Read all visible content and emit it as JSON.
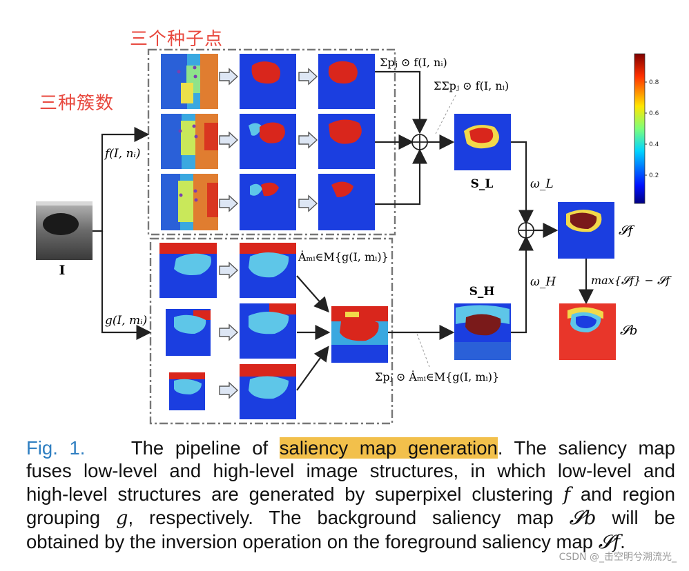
{
  "annotations": {
    "seeds": "三个种子点",
    "clusters": "三种簇数"
  },
  "labels": {
    "input_image": "I",
    "f_func": "f(I, nᵢ)",
    "g_func": "g(I, mᵢ)",
    "sum_f": "Σpⱼ ⊙ f(I, nᵢ)",
    "sumsum_f": "ΣΣpⱼ ⊙ f(I, nᵢ)",
    "A_g": "Ȧₘᵢ∈M{g(I, mᵢ)}",
    "sum_A_g": "Σpⱼ ⊙ Ȧₘᵢ∈M{g(I, mᵢ)}",
    "S_L": "S_L",
    "S_H": "S_H",
    "omega_L": "ω_L",
    "omega_H": "ω_H",
    "S_f": "𝓢f",
    "S_b": "𝓢b",
    "inversion": "max{𝓢f} − 𝓢f",
    "colorbar_ticks": [
      "0.8",
      "0.6",
      "0.4",
      "0.2"
    ]
  },
  "colors": {
    "seed_annotation": "#e8493f",
    "figure_label": "#2f7fc1",
    "highlight": "#f2c04b",
    "map_blue": "#1b3ee0",
    "map_red": "#d9261c",
    "map_cyan": "#5ec6e8"
  },
  "caption": {
    "fig_label": "Fig. 1.",
    "line1_a": "The pipeline of",
    "line1_highlight": "saliency map generation",
    "line1_b": ". The saliency map",
    "line2": "fuses low-level and high-level image structures, in which low-level and",
    "line3_a": "high-level structures are generated by superpixel clustering",
    "line3_f": "f",
    "line3_b": "and region",
    "line4_a": "grouping",
    "line4_g": "g",
    "line4_b": ", respectively. The background saliency map",
    "line4_sb": "𝓢b",
    "line4_c": "will be",
    "line5_a": "obtained by the inversion operation on the foreground saliency map",
    "line5_sf": "𝓢f",
    "line5_b": "."
  },
  "watermark": "CSDN @_击空明兮溯流光_"
}
